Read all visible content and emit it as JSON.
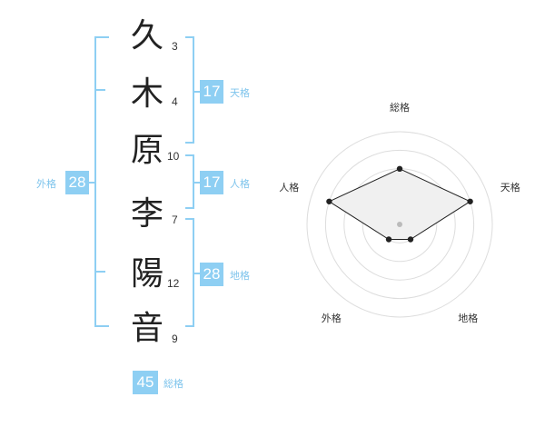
{
  "name": {
    "characters": [
      {
        "char": "久",
        "strokes": "3"
      },
      {
        "char": "木",
        "strokes": "4"
      },
      {
        "char": "原",
        "strokes": "10"
      },
      {
        "char": "李",
        "strokes": "7"
      },
      {
        "char": "陽",
        "strokes": "12"
      },
      {
        "char": "音",
        "strokes": "9"
      }
    ]
  },
  "fortunes": {
    "tenkaku": {
      "value": "17",
      "label": "天格"
    },
    "jinkaku": {
      "value": "17",
      "label": "人格"
    },
    "chikaku": {
      "value": "28",
      "label": "地格"
    },
    "gaikaku": {
      "value": "28",
      "label": "外格"
    },
    "soukaku": {
      "value": "45",
      "label": "総格"
    }
  },
  "colors": {
    "accent": "#8ecff3",
    "accent_text": "#7ec4ec",
    "radar_fill": "#f0f0f0",
    "ring": "#dddddd",
    "outline": "#222222"
  },
  "chart_data": {
    "type": "radar",
    "axes": [
      "総格",
      "天格",
      "地格",
      "外格",
      "人格"
    ],
    "values": [
      3,
      4,
      1,
      1,
      4
    ],
    "rmax": 5,
    "rings": 5
  }
}
